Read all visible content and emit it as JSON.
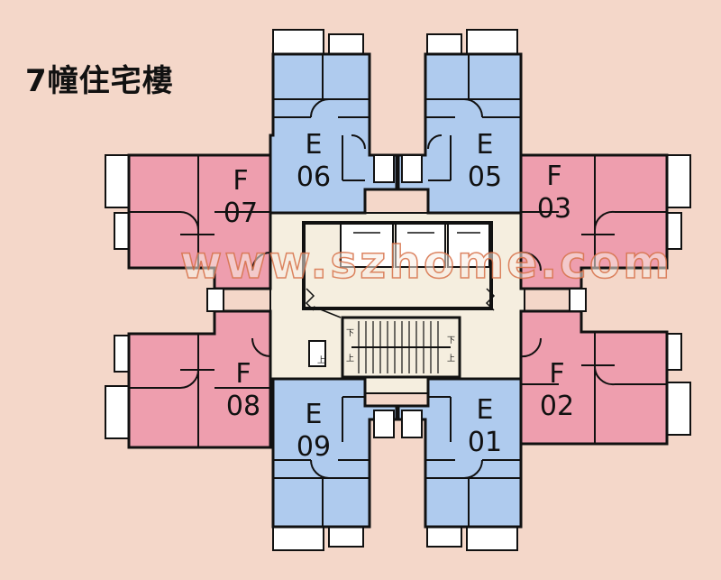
{
  "title": "7幢住宅樓",
  "watermark": "www.szhome.com",
  "units": [
    {
      "id": "e06",
      "letter": "E",
      "number": "06"
    },
    {
      "id": "e05",
      "letter": "E",
      "number": "05"
    },
    {
      "id": "f07",
      "letter": "F",
      "number": "07"
    },
    {
      "id": "f03",
      "letter": "F",
      "number": "03"
    },
    {
      "id": "f08",
      "letter": "F",
      "number": "08"
    },
    {
      "id": "f02",
      "letter": "F",
      "number": "02"
    },
    {
      "id": "e09",
      "letter": "E",
      "number": "09"
    },
    {
      "id": "e01",
      "letter": "E",
      "number": "01"
    }
  ],
  "stair": {
    "down": "下",
    "up": "上"
  },
  "colors": {
    "background": "#F4D7C9",
    "unit_e": "#AFCBEE",
    "unit_f": "#EE9EAE",
    "core": "#F5EEDF",
    "wall": "#111111",
    "balcony": "#FFFFFF"
  }
}
